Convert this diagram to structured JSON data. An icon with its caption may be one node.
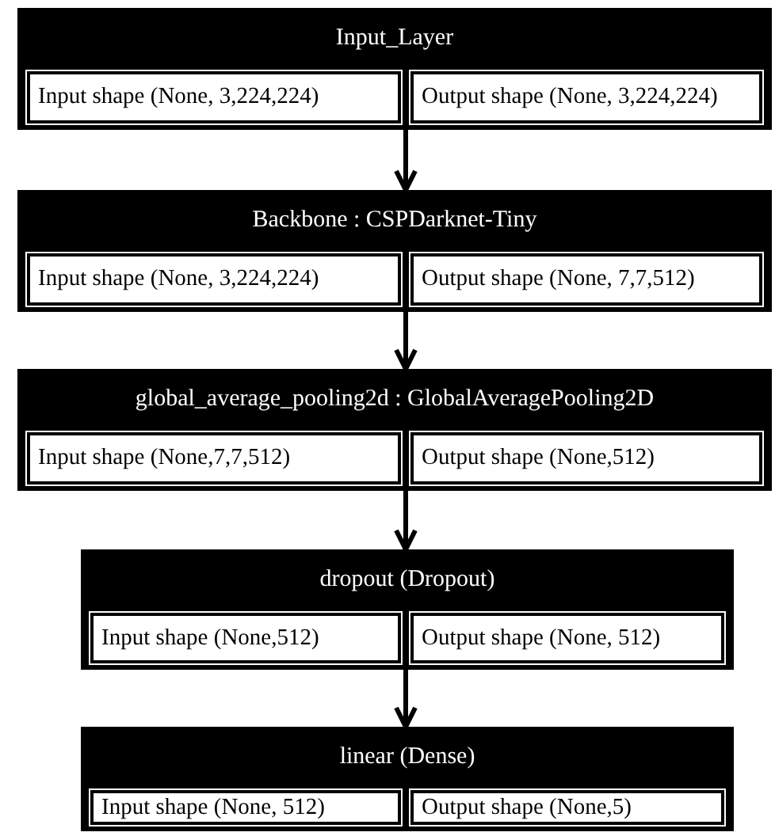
{
  "diagram": {
    "nodes": [
      {
        "text": [
          "Input_Layer",
          "Input shape (None, 3,224,224)",
          "Output shape (None, 3,224,224)"
        ]
      },
      {
        "text": [
          "Backbone : CSPDarknet-Tiny",
          "Input shape (None, 3,224,224)",
          "Output shape (None, 7,7,512)"
        ]
      },
      {
        "text": [
          "global_average_pooling2d : GlobalAveragePooling2D",
          "Input shape  (None,7,7,512)",
          "Output shape (None,512)"
        ]
      },
      {
        "text": [
          "dropout (Dropout)",
          "Input shape (None,512)",
          "Output shape (None, 512)"
        ]
      },
      {
        "text": [
          "linear (Dense)",
          "Input shape (None, 512)",
          "Output shape (None,5)"
        ]
      }
    ],
    "edges": [
      {
        "from": 0,
        "to": 1,
        "arrow": "to"
      },
      {
        "from": 1,
        "to": 2,
        "arrow": "to"
      },
      {
        "from": 2,
        "to": 3,
        "arrow": "to"
      },
      {
        "from": 3,
        "to": 4,
        "arrow": "to"
      }
    ]
  }
}
